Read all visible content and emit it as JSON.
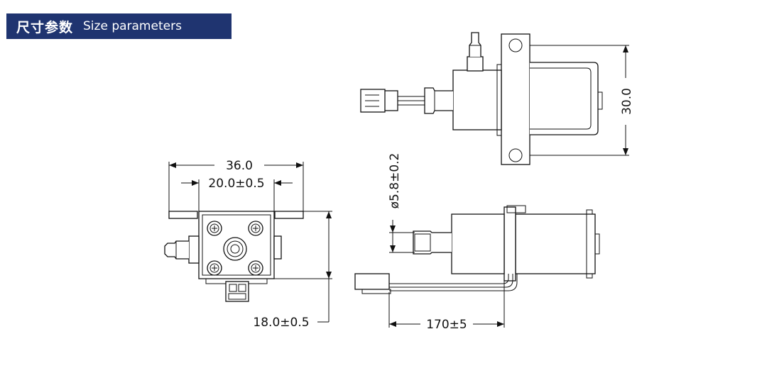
{
  "header": {
    "title_zh": "尺寸参数",
    "title_en": "Size parameters",
    "bg_color": "#1f3470"
  },
  "dimensions": {
    "overall_width": "36.0",
    "mount_spacing": "20.0±0.5",
    "height": "18.0±0.5",
    "flange_height": "30.0",
    "nozzle_diameter": "ø5.8±0.2",
    "cable_length": "170±5"
  }
}
